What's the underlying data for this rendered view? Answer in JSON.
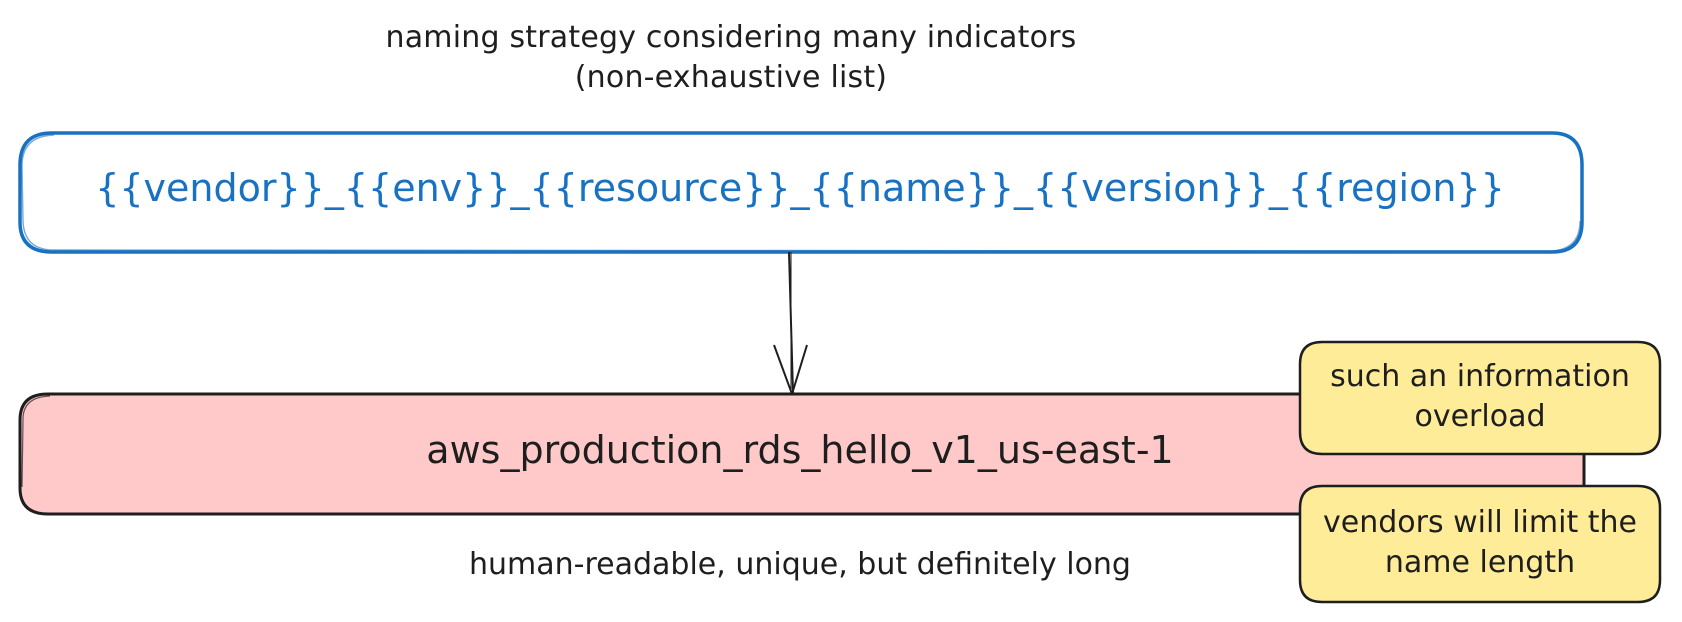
{
  "title": {
    "line1": "naming strategy considering many indicators",
    "line2": "(non-exhaustive list)"
  },
  "template_box": {
    "text": "{{vendor}}_{{env}}_{{resource}}_{{name}}_{{version}}_{{region}}",
    "stroke_color": "#1971c2",
    "fill_color": "#ffffff"
  },
  "example_box": {
    "text": "aws_production_rds_hello_v1_us-east-1",
    "stroke_color": "#1e1e1e",
    "fill_color": "#ffc9c9"
  },
  "example_caption": "human-readable, unique, but definitely long",
  "notes": [
    {
      "line1": "such an information",
      "line2": "overload",
      "fill_color": "#ffec99"
    },
    {
      "line1": "vendors will limit the",
      "line2": "name length",
      "fill_color": "#ffec99"
    }
  ]
}
